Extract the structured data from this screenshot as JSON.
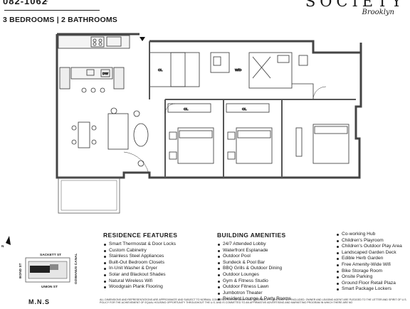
{
  "header": {
    "code": "082-1062",
    "subtitle": "3 BEDROOMS | 2 BATHROOMS"
  },
  "brand": {
    "name": "SOCIETY",
    "location": "Brooklyn"
  },
  "floorplan": {
    "labels": {
      "closet": "CL",
      "dishwasher": "DW",
      "washer_dryer": "W/D"
    }
  },
  "keymap": {
    "streets": {
      "top": "SACKETT ST",
      "bottom": "UNION ST",
      "left": "BOND ST",
      "right": "GOWANUS CANAL"
    },
    "north": "N"
  },
  "residence_features": {
    "title": "RESIDENCE FEATURES",
    "items": [
      "Smart Thermostat & Door Locks",
      "Custom Cabinetry",
      "Stainless Steel Appliances",
      "Built-Out Bedroom Closets",
      "In-Unit Washer & Dryer",
      "Solar and Blackout Shades",
      "Natural Wireless Wifi",
      "Woodgrain Plank Flooring"
    ]
  },
  "building_amenities": {
    "title": "BUILDING AMENITIES",
    "items_col1": [
      "24/7 Attended Lobby",
      "Waterfront Esplanade",
      "Outdoor Pool",
      "Sundeck & Pool Bar",
      "BBQ Grills & Outdoor Dining",
      "Outdoor Lounges",
      "Gym & Fitness Studio",
      "Outdoor Fitness Lawn",
      "Jumbotron Theater",
      "Resident Lounge & Party Rooms"
    ],
    "items_col2": [
      "Co-working Hub",
      "Children's Playroom",
      "Children's Outdoor Play Area",
      "Landscaped Garden Deck",
      "Edible Herb Garden",
      "Free Amenity-Wide Wifi",
      "Bike Storage Room",
      "Onsite Parking",
      "Ground Floor Retail Plaza",
      "Smart Package Lockers"
    ]
  },
  "footer": {
    "logo_text": "M.N.S",
    "disclaimer": "ALL DIMENSIONS AND REPRESENTATIONS ARE APPROXIMATE AND SUBJECT TO NORMAL CONSTRUCTION VARIANCE AND TOLERANCE. FURNITURE NOT INCLUDED. OWNER AND LEASING AGENT ARE PLEDGED TO THE LETTER AND SPIRIT OF U.S. POLICY FOR THE ACHIEVEMENT OF EQUAL HOUSING OPPORTUNITY THROUGHOUT THE U.S. AND IS COMMITTED TO AN AFFIRMATIVE ADVERTISING AND MARKETING PROGRAM IN WHICH THERE ARE NO"
  }
}
